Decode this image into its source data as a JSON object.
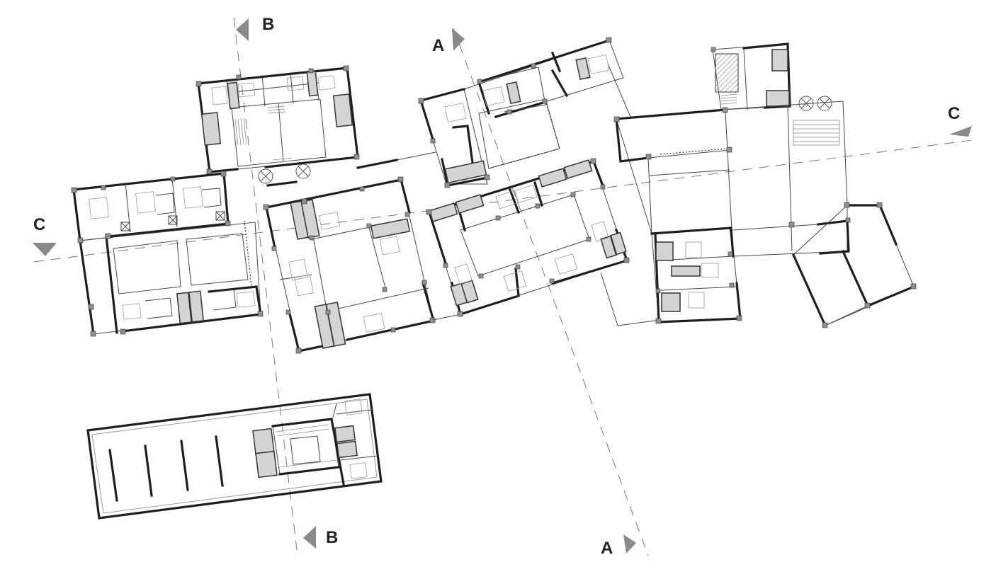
{
  "section_markers": {
    "a_top": "A",
    "a_bottom": "A",
    "b_top": "B",
    "b_bottom": "B",
    "c_left": "C",
    "c_right": "C"
  },
  "colors": {
    "wall": "#1e1e1e",
    "fixture_fill": "#d4d4d4",
    "column": "#8f8f8f",
    "section_arrow": "#8a8a8a",
    "section_line": "#777777"
  }
}
